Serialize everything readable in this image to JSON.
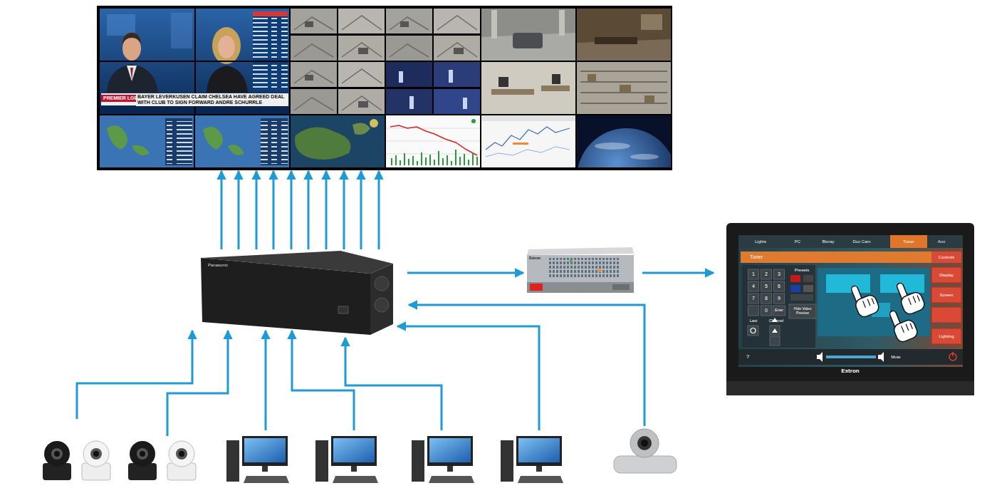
{
  "diagram": {
    "nodes": [
      {
        "text": [
          "PREMIER LGE",
          "BAYER LEVERKUSEN CLAIM CHELSEA HAVE AGREED DEAL WITH CLUB TO SIGN FORWARD ANDRE SCHURRLE"
        ]
      },
      {
        "text": [
          "Panasonic"
        ]
      },
      {
        "text": [
          "Extron"
        ]
      },
      {
        "text": [
          "Extron"
        ]
      }
    ],
    "edges": [
      {
        "from": 1,
        "to": 0,
        "arrow": "to"
      },
      {
        "from": 1,
        "to": 0,
        "arrow": "to"
      },
      {
        "from": 1,
        "to": 0,
        "arrow": "to"
      },
      {
        "from": 1,
        "to": 0,
        "arrow": "to"
      },
      {
        "from": 1,
        "to": 0,
        "arrow": "to"
      },
      {
        "from": 1,
        "to": 0,
        "arrow": "to"
      },
      {
        "from": 1,
        "to": 0,
        "arrow": "to"
      },
      {
        "from": 1,
        "to": 0,
        "arrow": "to"
      },
      {
        "from": 1,
        "to": 0,
        "arrow": "to"
      },
      {
        "from": 1,
        "to": 0,
        "arrow": "to"
      },
      {
        "from": 1,
        "to": 2,
        "arrow": "to"
      },
      {
        "from": 2,
        "to": 3,
        "arrow": "to"
      }
    ],
    "labels": [
      "Lights",
      "PC",
      "Bluray",
      "Doc Cam",
      "Tuner",
      "Aux",
      "Tuner",
      "Controls",
      "1",
      "2",
      "3",
      "4",
      "5",
      "6",
      "7",
      "8",
      "9",
      "0",
      "Enter",
      "Last",
      "Channel",
      "Presets",
      "Hide Video Preview",
      "Display",
      "Screen",
      "Lighting",
      "?",
      "Mute"
    ]
  }
}
